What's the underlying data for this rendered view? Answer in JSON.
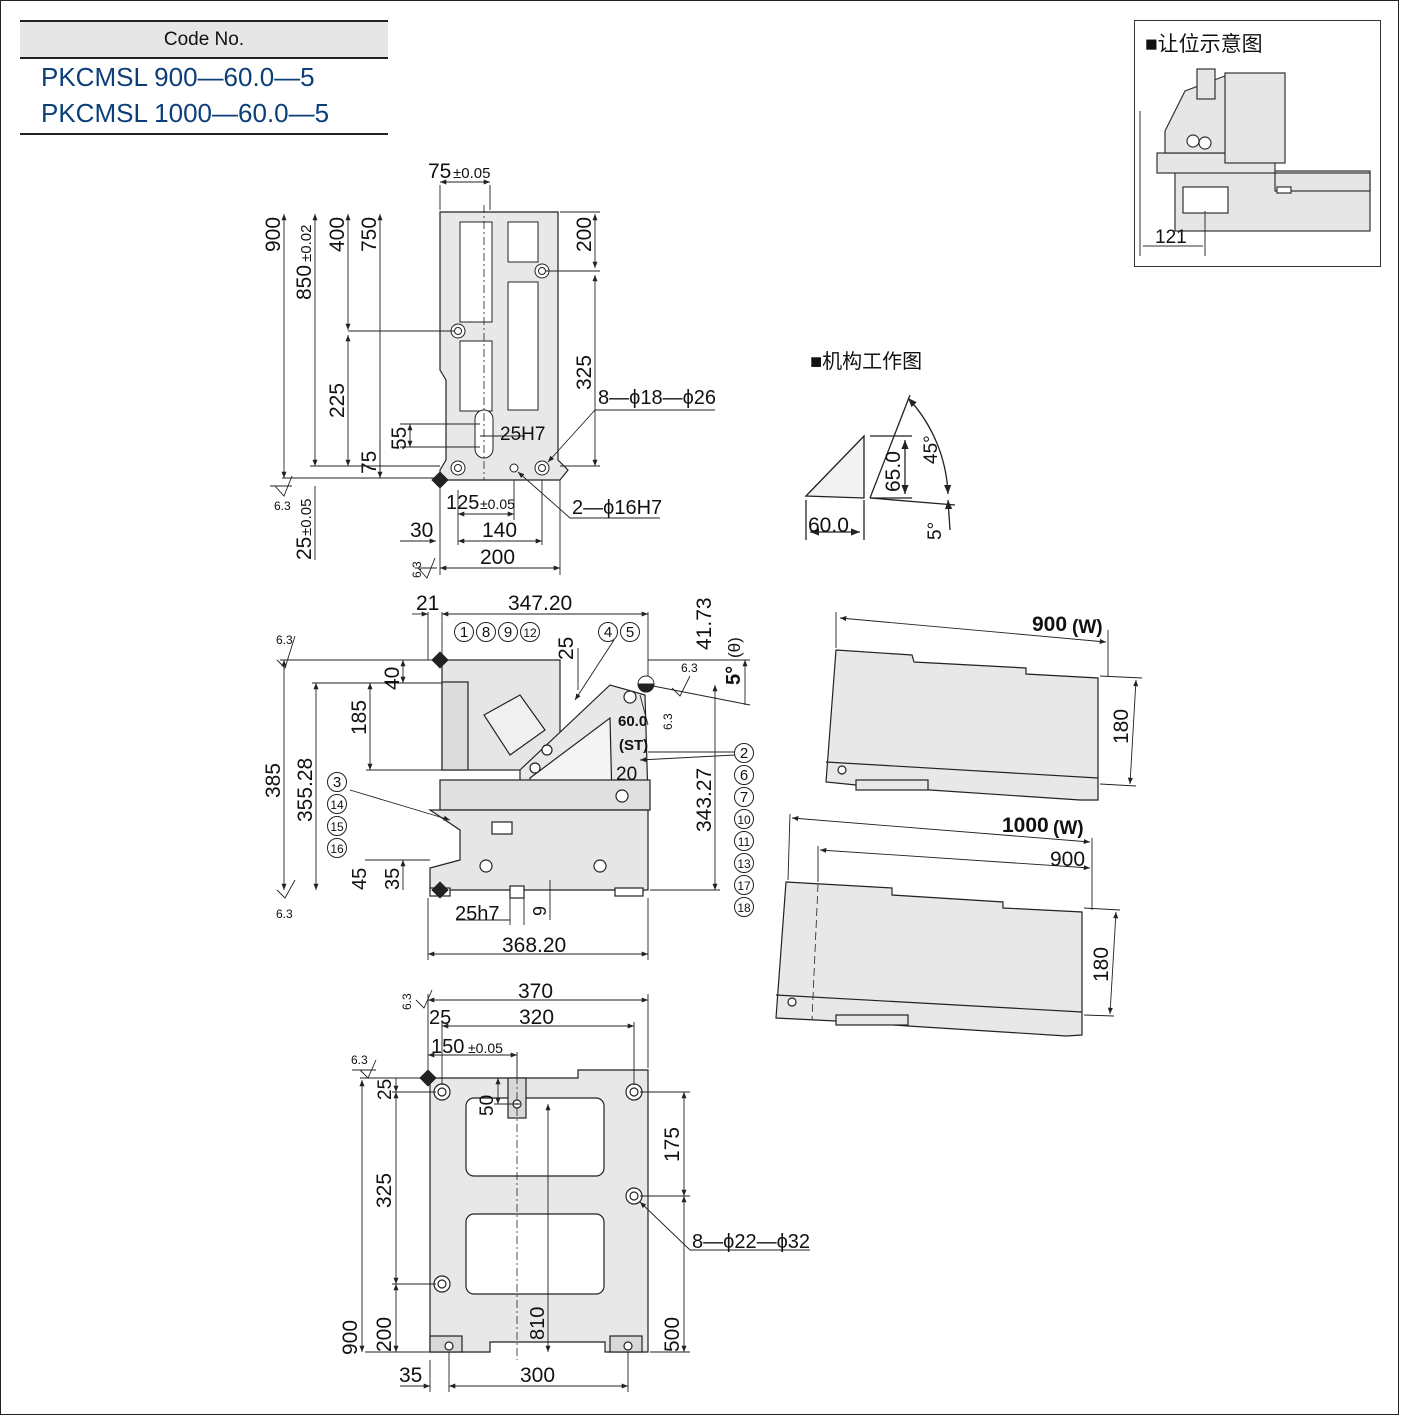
{
  "code_table": {
    "header": "Code No.",
    "codes": [
      "PKCMSL 900—60.0—5",
      "PKCMSL 1000—60.0—5"
    ]
  },
  "inset": {
    "title": "■让位示意图",
    "dim": "121"
  },
  "mechanism": {
    "title": "■机构工作图",
    "stroke_h": "60.0",
    "stroke_v": "65.0",
    "angle_max": "45°",
    "angle_min": "5°"
  },
  "top_view": {
    "d_75": "75",
    "d_75_tol": "±0.05",
    "d_900": "900",
    "d_850": "850",
    "d_850_tol": "±0.02",
    "d_400": "400",
    "d_750": "750",
    "d_200": "200",
    "d_325": "325",
    "d_225": "225",
    "d_55": "55",
    "d_75b": "75",
    "d_25": "25",
    "d_25_tol": "±0.05",
    "slot": "25H7",
    "holes": "8—ϕ18—ϕ26",
    "d_125": "125",
    "d_125_tol": "±0.05",
    "pins": "2—ϕ16H7",
    "d_30": "30",
    "d_140": "140",
    "d_200b": "200",
    "rough": "6.3"
  },
  "side_view": {
    "d_21": "21",
    "d_347": "347.20",
    "d_25": "25",
    "d_4173": "41.73",
    "angle": "5°",
    "theta": "(θ)",
    "d_40": "40",
    "d_185": "185",
    "d_385": "385",
    "d_35528": "355.28",
    "d_34327": "343.27",
    "st_val": "60.0",
    "st_label": "(ST)",
    "d_20": "20",
    "d_45": "45",
    "d_35": "35",
    "key": "25h7",
    "d_9": "9",
    "d_36820": "368.20",
    "callouts_top_a": [
      "1",
      "8",
      "9",
      "12"
    ],
    "callouts_top_b": [
      "4",
      "5"
    ],
    "callouts_left": [
      "3",
      "14",
      "15",
      "16"
    ],
    "callouts_right": [
      "2",
      "6",
      "7",
      "10",
      "11",
      "13",
      "17",
      "18"
    ],
    "rough": "6.3"
  },
  "bottom_view": {
    "d_370": "370",
    "d_25": "25",
    "d_320": "320",
    "d_150": "150",
    "d_150_tol": "±0.05",
    "d_25v": "25",
    "d_50": "50",
    "d_175": "175",
    "d_325": "325",
    "d_810": "810",
    "d_900": "900",
    "d_200": "200",
    "d_500": "500",
    "d_35": "35",
    "d_300": "300",
    "holes": "8—ϕ22—ϕ32",
    "rough": "6.3"
  },
  "variant_900": {
    "label": "900",
    "w": "(W)",
    "height": "180"
  },
  "variant_1000": {
    "label": "1000",
    "w": "(W)",
    "inner": "900",
    "height": "180"
  },
  "colors": {
    "accent": "#1a6fb5",
    "code_blue": "#0c3f7a",
    "part_fill": "#e8e8e8",
    "line": "#222222"
  }
}
